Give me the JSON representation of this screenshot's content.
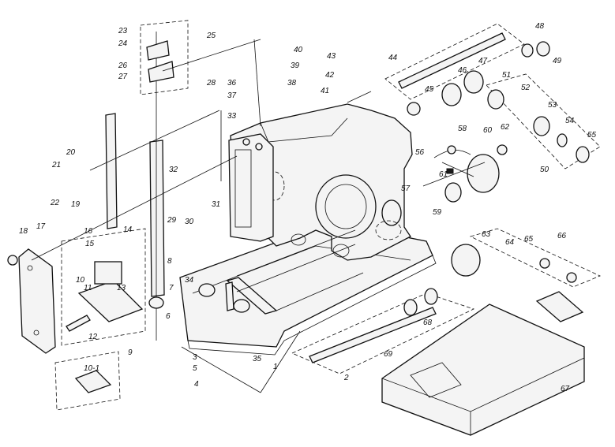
{
  "diagram": {
    "labels": [
      "1",
      "2",
      "3",
      "4",
      "5",
      "6",
      "7",
      "8",
      "9",
      "10",
      "10-1",
      "11",
      "12",
      "13",
      "14",
      "15",
      "16",
      "17",
      "18",
      "19",
      "20",
      "21",
      "22",
      "23",
      "24",
      "25",
      "26",
      "27",
      "28",
      "29",
      "30",
      "31",
      "32",
      "33",
      "34",
      "35",
      "36",
      "37",
      "38",
      "39",
      "40",
      "41",
      "42",
      "43",
      "44",
      "45",
      "46",
      "47",
      "48",
      "49",
      "50",
      "51",
      "52",
      "53",
      "54",
      "55",
      "56",
      "57",
      "58",
      "59",
      "60",
      "61",
      "62",
      "63",
      "64",
      "65",
      "66",
      "67",
      "68",
      "69"
    ]
  }
}
